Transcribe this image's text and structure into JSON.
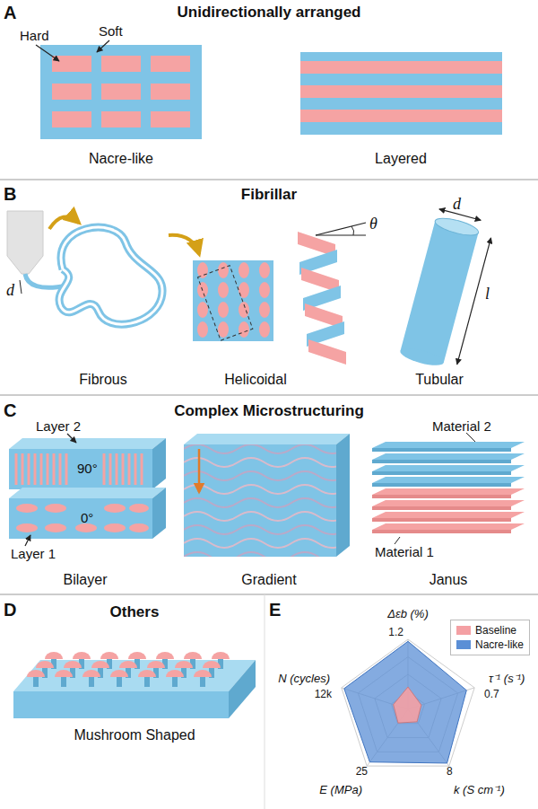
{
  "diagram": {
    "labels": [
      "A",
      "Unidirectionally arranged",
      "Hard",
      "Soft",
      "Nacre-like",
      "Layered",
      "B",
      "Fibrillar",
      "d",
      "Fibrous",
      "Helicoidal",
      "θ",
      "d",
      "l",
      "Tubular",
      "C",
      "Complex Microstructuring",
      "Layer 2",
      "90°",
      "0°",
      "Layer 1",
      "Bilayer",
      "Gradient",
      "Material 2",
      "Material 1",
      "Janus",
      "D",
      "Others",
      "Mushroom Shaped",
      "E",
      "Δεb (%)",
      "1.2",
      "τ⁻¹ (s⁻¹)",
      "0.7",
      "k (S cm⁻¹)",
      "8",
      "E (MPa)",
      "25",
      "N (cycles)",
      "12k"
    ],
    "legend": [
      {
        "text": "Baseline",
        "color": "#f4a0a4"
      },
      {
        "text": "Nacre-like",
        "color": "#5b8fd6"
      }
    ]
  }
}
